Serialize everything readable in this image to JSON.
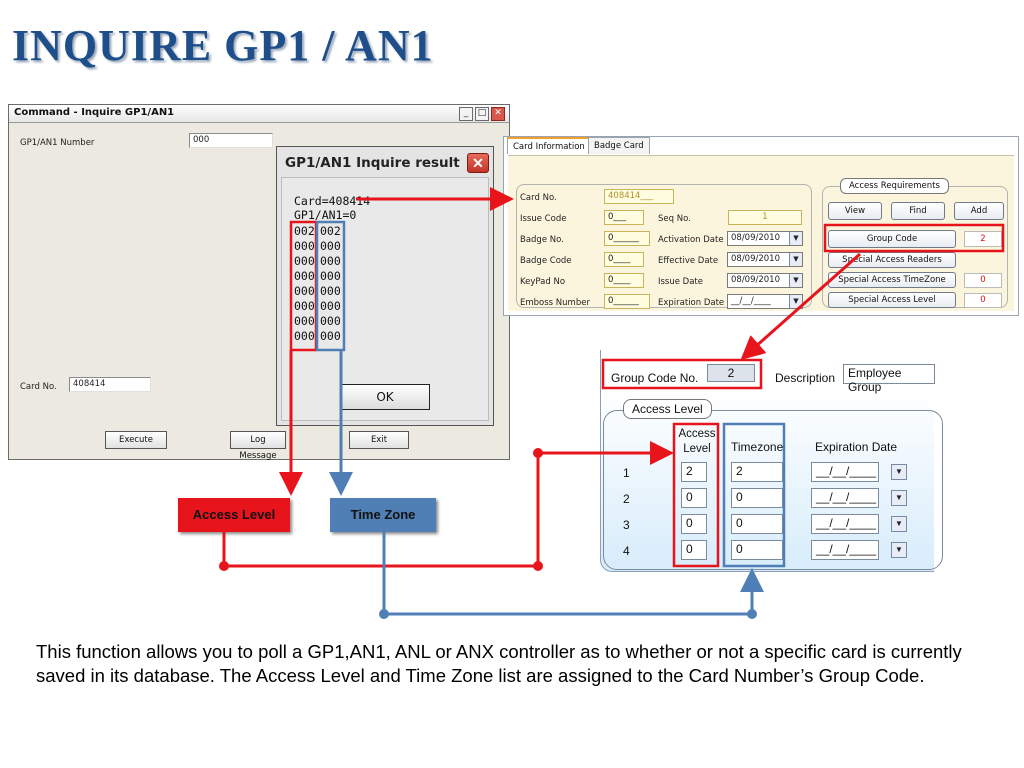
{
  "slide": {
    "title": "INQUIRE GP1 / AN1",
    "description": "This function allows you to poll a GP1,AN1, ANL or ANX controller as to whether or not a specific card is currently saved in its database. The Access Level and Time Zone list are assigned to the Card Number’s Group Code."
  },
  "command_window": {
    "title": "Command - Inquire GP1/AN1",
    "controls": {
      "minimize": "_",
      "maximize": "□",
      "close": "✕"
    },
    "gp1_label": "GP1/AN1 Number",
    "gp1_value": "000",
    "card_label": "Card No.",
    "card_value": "408414",
    "execute_label": "Execute",
    "log_label": "Log Message",
    "exit_label": "Exit"
  },
  "result_popup": {
    "title": "GP1/AN1 Inquire result",
    "close_glyph": "✕",
    "card_line": "Card=408414",
    "gp1_line": "GP1/AN1=0",
    "rows": [
      {
        "access": "002",
        "timezone": "002"
      },
      {
        "access": "000",
        "timezone": "000"
      },
      {
        "access": "000",
        "timezone": "000"
      },
      {
        "access": "000",
        "timezone": "000"
      },
      {
        "access": "000",
        "timezone": "000"
      },
      {
        "access": "000",
        "timezone": "000"
      },
      {
        "access": "000",
        "timezone": "000"
      },
      {
        "access": "000",
        "timezone": "000"
      }
    ],
    "ok_label": "OK"
  },
  "card_panel": {
    "tabs": [
      "Card Information",
      "Badge Card"
    ],
    "fields": {
      "card_no_label": "Card No.",
      "card_no_value": "408414___",
      "issue_code_label": "Issue Code",
      "issue_code_value": "0___",
      "badge_no_label": "Badge No.",
      "badge_no_value": "0______",
      "badge_code_label": "Badge Code",
      "badge_code_value": "0____",
      "keypad_label": "KeyPad No",
      "keypad_value": "0____",
      "emboss_label": "Emboss Number",
      "emboss_value": "0______",
      "seq_label": "Seq No.",
      "seq_value": "1",
      "activation_label": "Activation Date",
      "activation_value": "08/09/2010",
      "effective_label": "Effective Date",
      "effective_value": "08/09/2010",
      "issue_date_label": "Issue Date",
      "issue_date_value": "08/09/2010",
      "expiration_label": "Expiration Date",
      "expiration_value": "__/__/____"
    },
    "access_requirements": {
      "title": "Access Requirements",
      "view_label": "View",
      "find_label": "Find",
      "add_label": "Add",
      "group_code_label": "Group Code",
      "group_code_value": "2",
      "readers_label": "Special Access Readers",
      "timezone_label": "Special Access TimeZone",
      "timezone_value": "0",
      "level_label": "Special Access Level",
      "level_value": "0"
    }
  },
  "group_panel": {
    "group_code_label": "Group Code No.",
    "group_code_value": "2",
    "description_label": "Description",
    "description_value": "Employee Group",
    "access_level_title": "Access Level",
    "col_access": "Access Level",
    "col_timezone": "Timezone",
    "col_expiration": "Expiration Date",
    "rows": [
      {
        "num": "1",
        "access": "2",
        "timezone": "2",
        "expiration": "__/__/____"
      },
      {
        "num": "2",
        "access": "0",
        "timezone": "0",
        "expiration": "__/__/____"
      },
      {
        "num": "3",
        "access": "0",
        "timezone": "0",
        "expiration": "__/__/____"
      },
      {
        "num": "4",
        "access": "0",
        "timezone": "0",
        "expiration": "__/__/____"
      }
    ]
  },
  "callouts": {
    "access_level": "Access Level",
    "time_zone": "Time Zone"
  },
  "colors": {
    "red": "#e8141c",
    "blue": "#4f7fb4",
    "title": "#1f4f8a"
  }
}
